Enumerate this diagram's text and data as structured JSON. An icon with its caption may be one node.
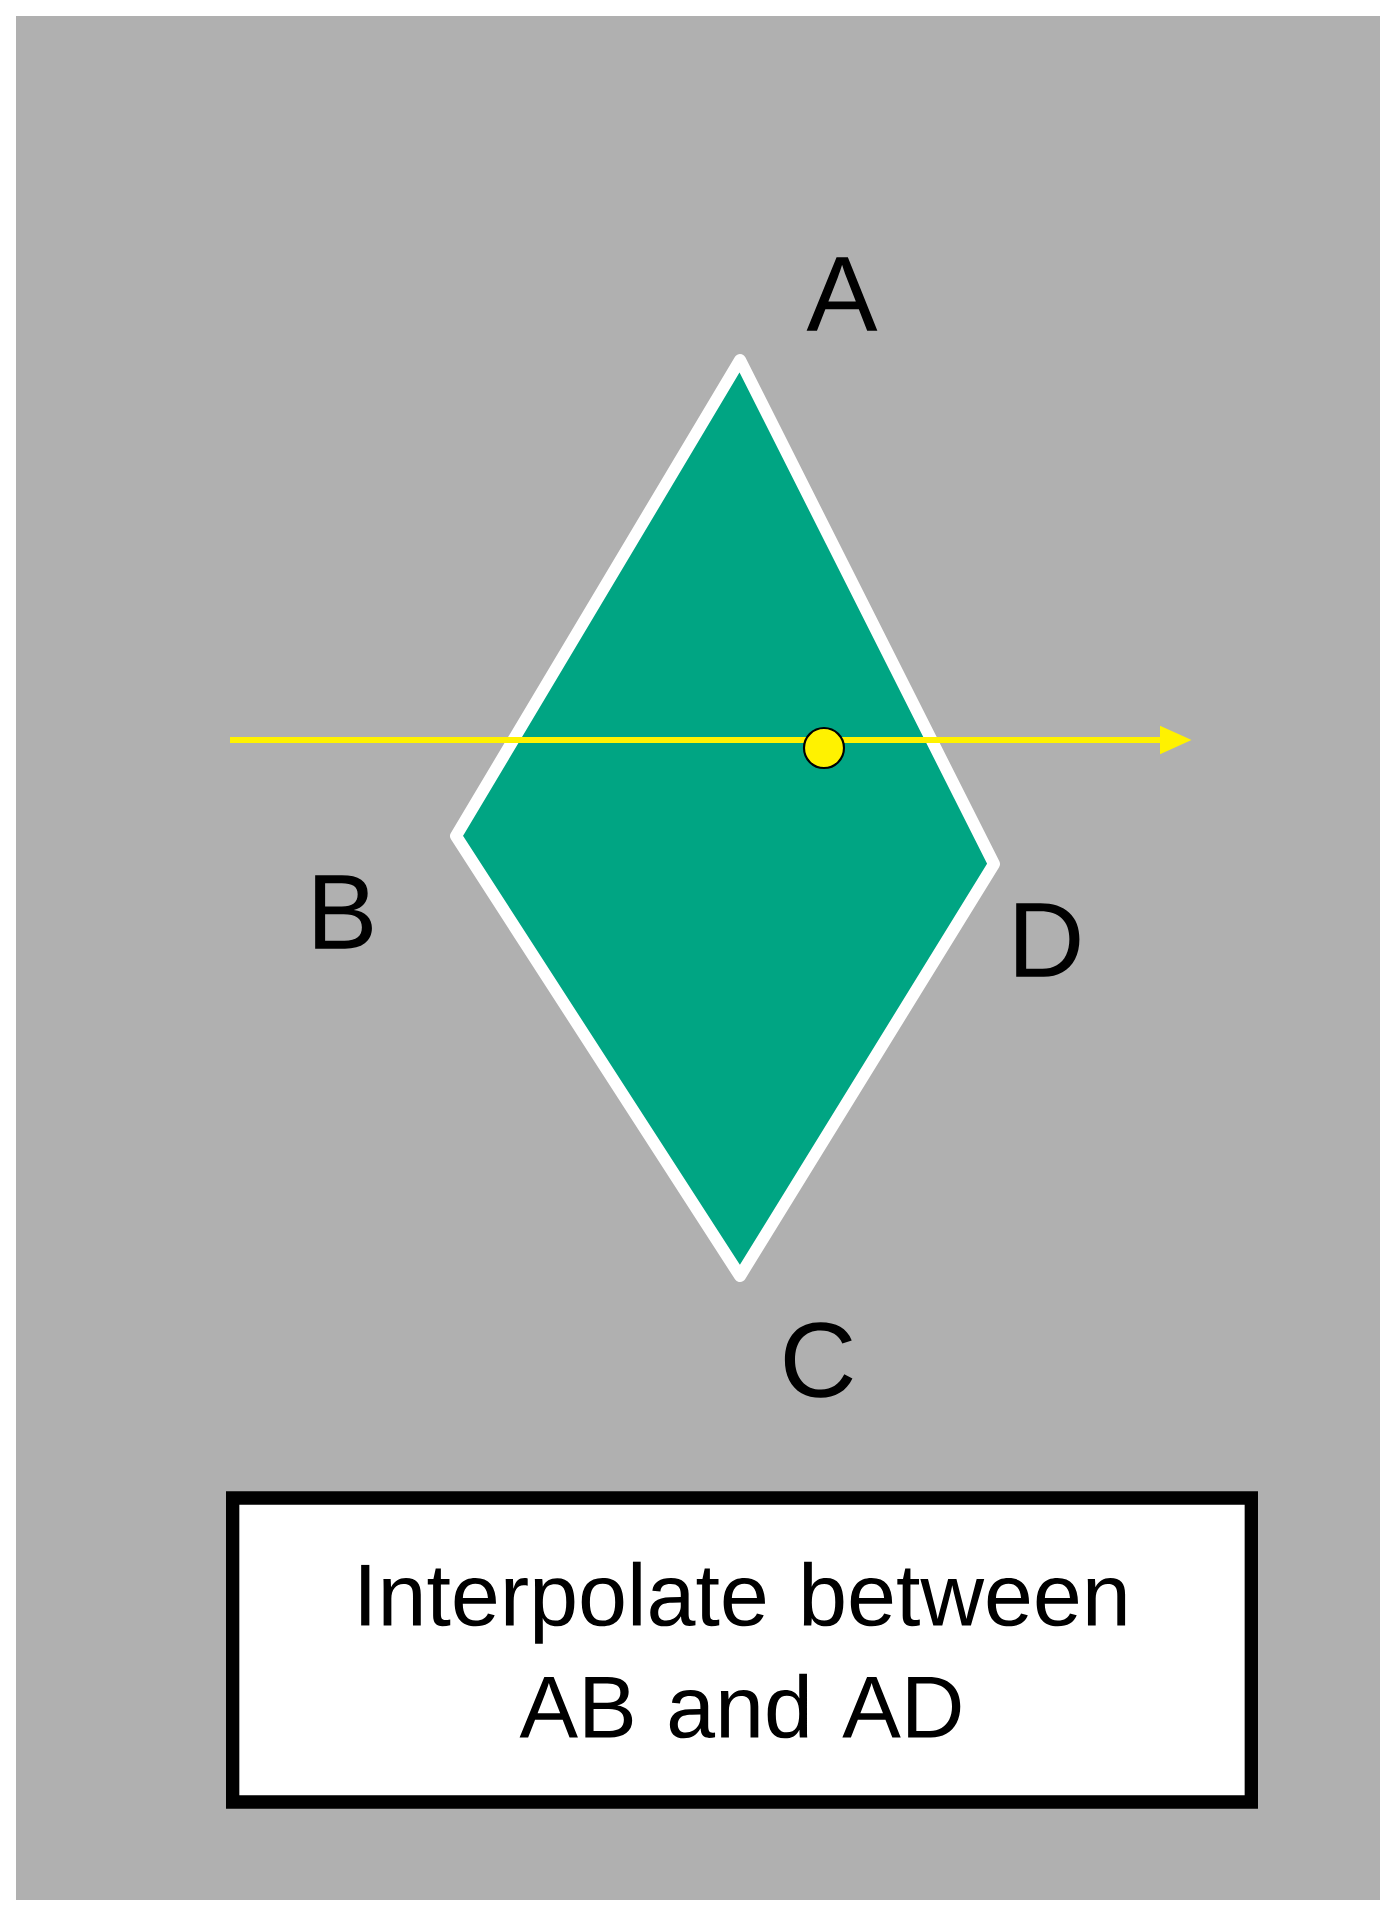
{
  "diagram": {
    "nodes": [
      {
        "text": [
          "Interpolate between AB and AD"
        ]
      }
    ],
    "labels": [
      "A",
      "B",
      "D",
      "C"
    ]
  }
}
